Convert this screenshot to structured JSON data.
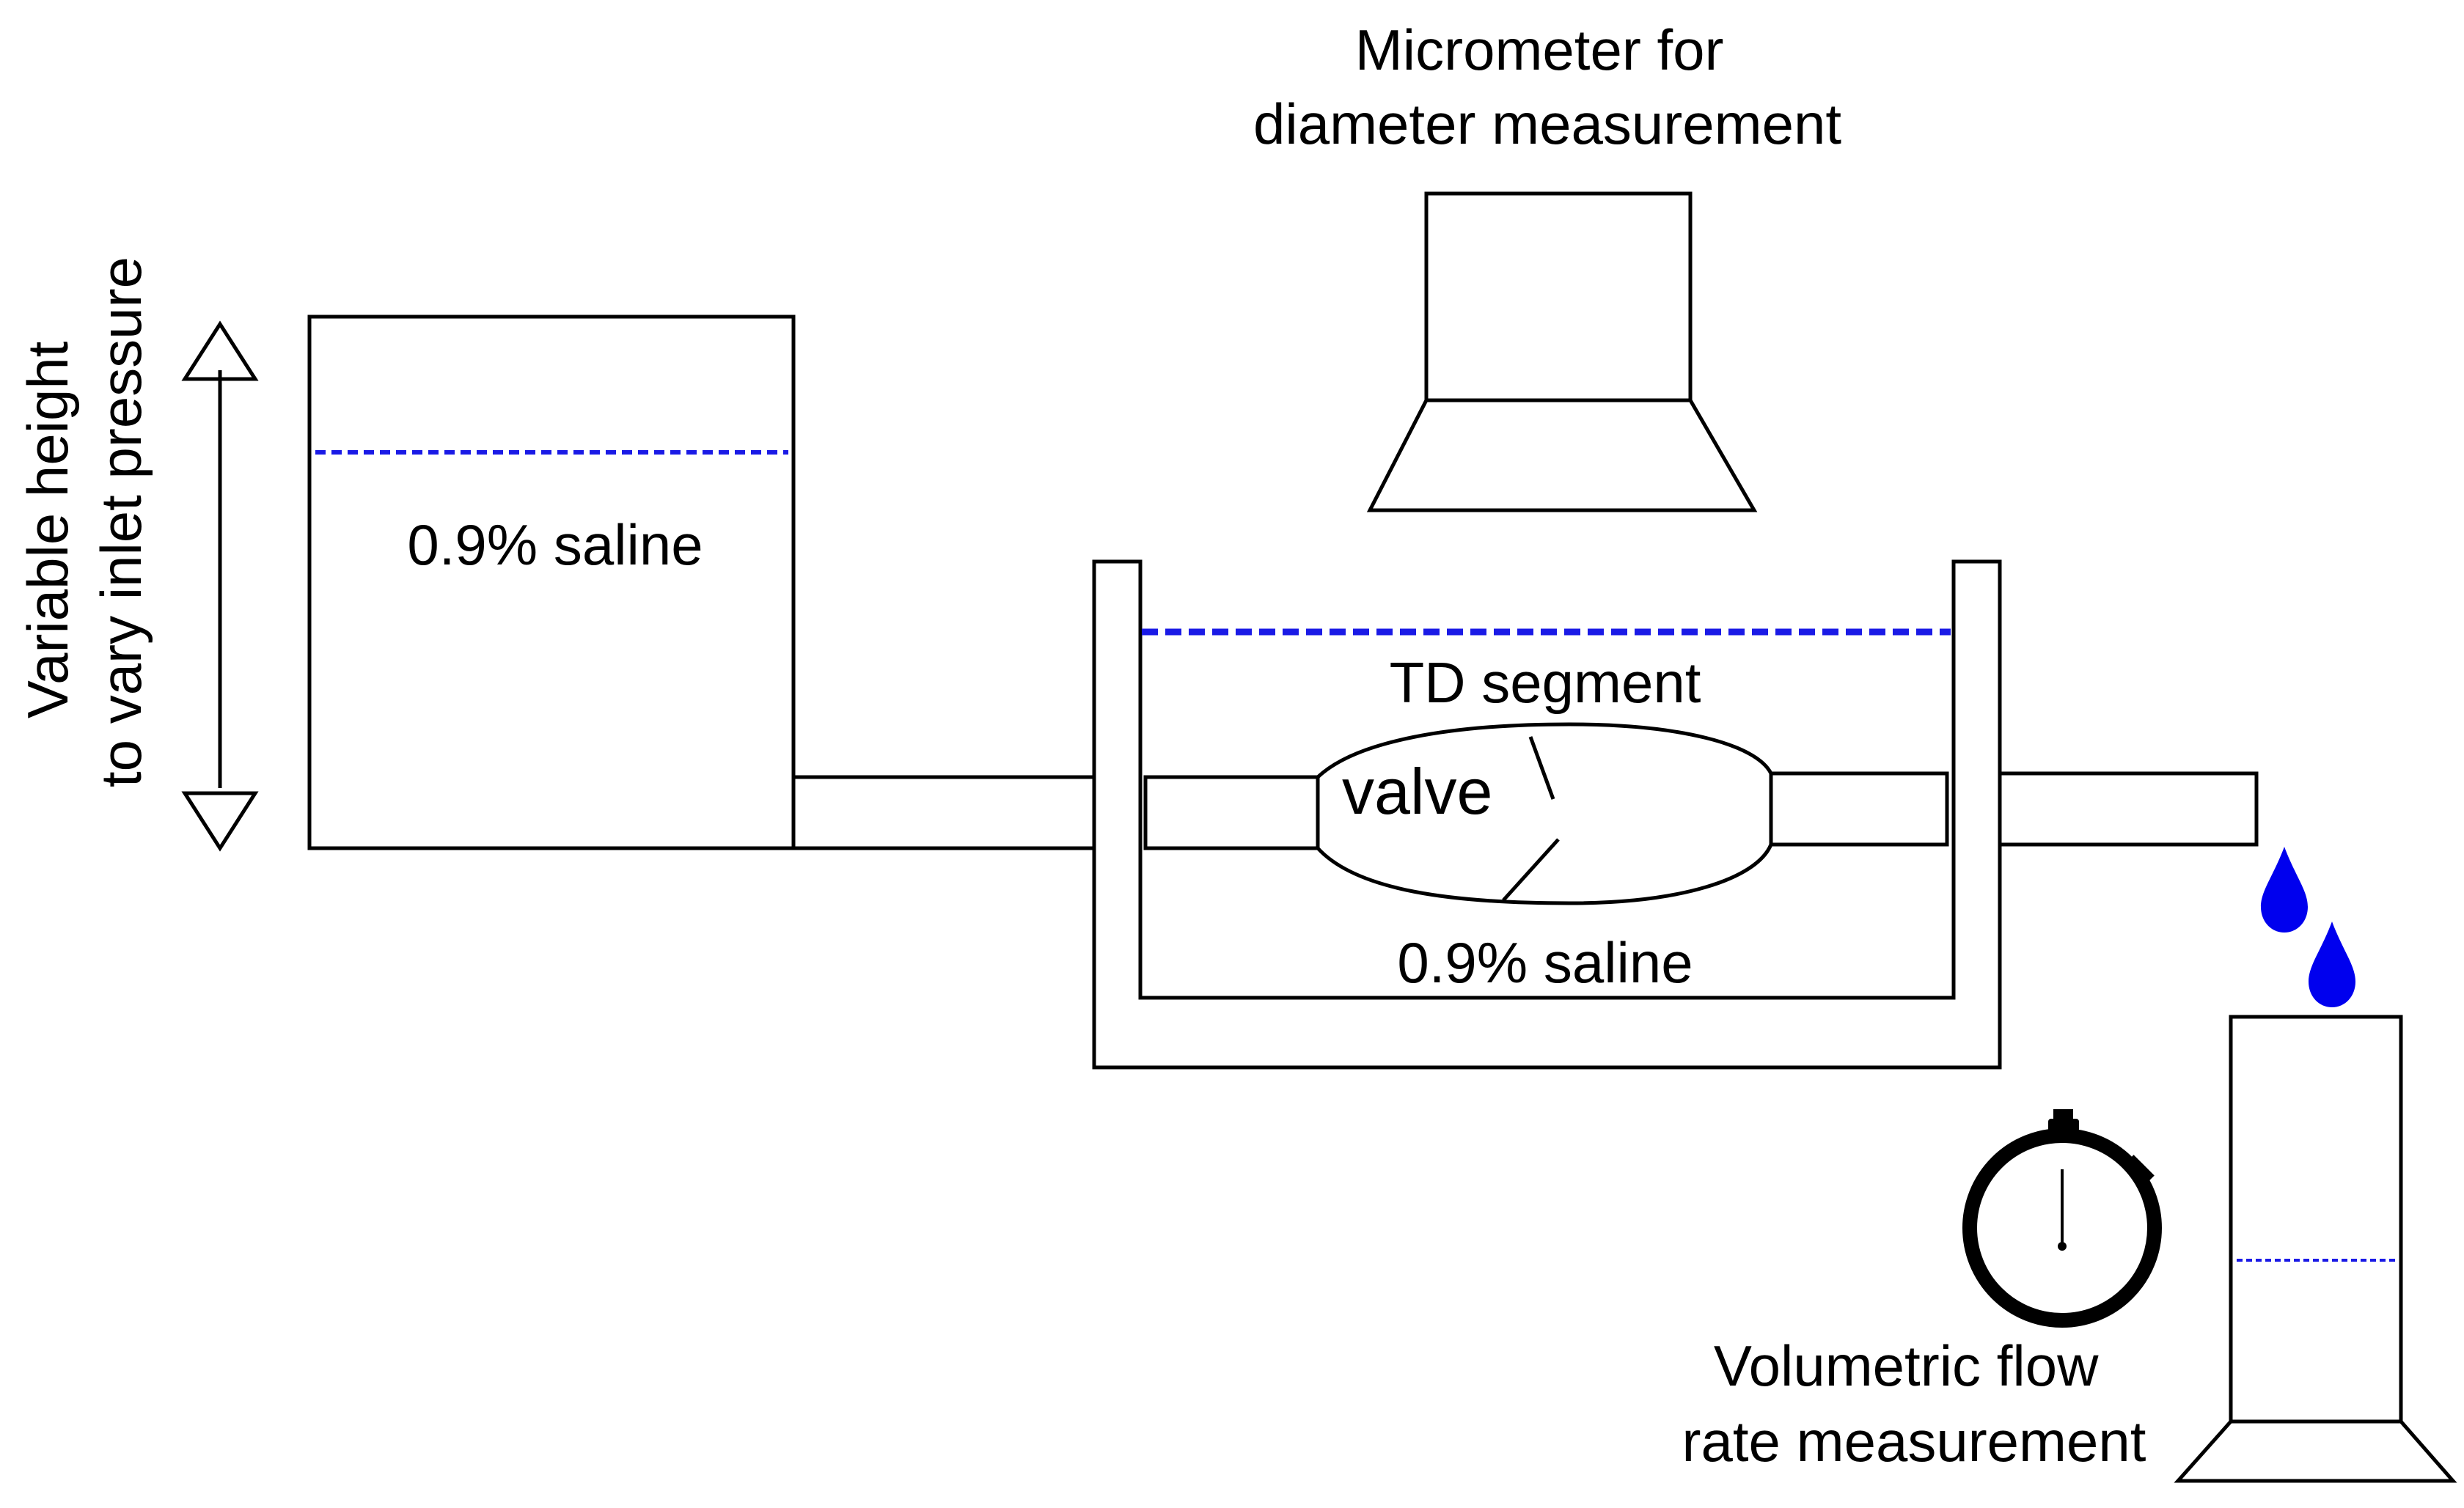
{
  "labels": {
    "variable_height_line1": "Variable height",
    "variable_height_line2": "to vary inlet pressure",
    "reservoir_saline": "0.9% saline",
    "micrometer_line1": "Micrometer for",
    "micrometer_line2": "diameter measurement",
    "td_segment": "TD segment",
    "valve": "valve",
    "bath_saline": "0.9% saline",
    "flow_line1": "Volumetric flow",
    "flow_line2": "rate measurement"
  },
  "colors": {
    "outline": "#000000",
    "saline_level": "#1a1ae6",
    "droplet": "#0000ee"
  },
  "icons": {
    "height_arrow": "double-headed-vertical-arrow",
    "timer": "stopwatch-icon",
    "droplet": "water-drop-icon"
  }
}
